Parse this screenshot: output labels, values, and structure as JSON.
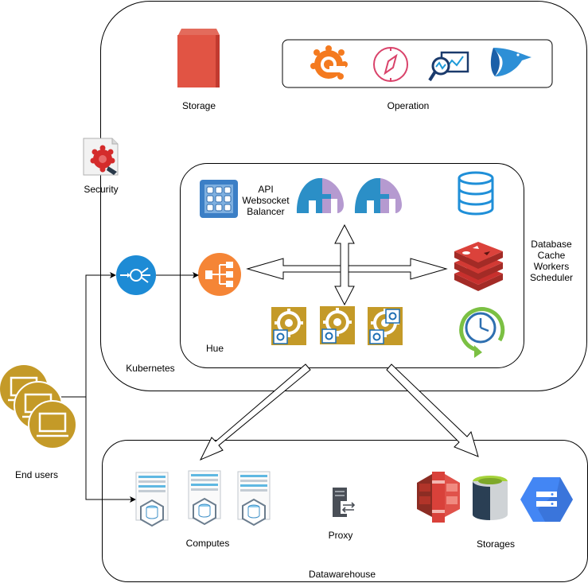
{
  "labels": {
    "storage": "Storage",
    "operation": "Operation",
    "security": "Security",
    "api": "API\nWebsocket\nBalancer",
    "db_group": "Database\nCache\nWorkers\nScheduler",
    "hue": "Hue",
    "kubernetes": "Kubernetes",
    "end_users": "End users",
    "computes": "Computes",
    "proxy": "Proxy",
    "storages": "Storages",
    "datawarehouse": "Datawarehouse"
  },
  "colors": {
    "storage_red": "#e15444",
    "hue_orange": "#f58536",
    "lb_blue": "#1d8bd5",
    "gold": "#c49a28",
    "redis_red": "#c8302d",
    "db_blue": "#1f8fd8",
    "gcp_blue": "#4386f4",
    "s3_red": "#d9413a"
  },
  "icons": {
    "storage": "storage-block-icon",
    "grafana": "grafana-icon",
    "compass": "compass-icon",
    "monitor": "monitoring-chart-icon",
    "bird": "bird-logo-icon",
    "security": "certificate-icon",
    "api": "api-grid-icon",
    "harbor1": "elephant-logo-icon",
    "harbor2": "elephant-logo-icon",
    "database": "database-icon",
    "redis": "redis-icon",
    "scheduler": "scheduler-clock-icon",
    "workers": "gear-worker-icon",
    "load_balancer": "load-balancer-icon",
    "hue": "hue-hub-icon",
    "end_users": "end-users-icon",
    "compute": "compute-server-icon",
    "proxy": "proxy-server-icon",
    "s3": "s3-bucket-icon",
    "bucket": "storage-bucket-icon",
    "gcs": "cloud-storage-icon"
  }
}
